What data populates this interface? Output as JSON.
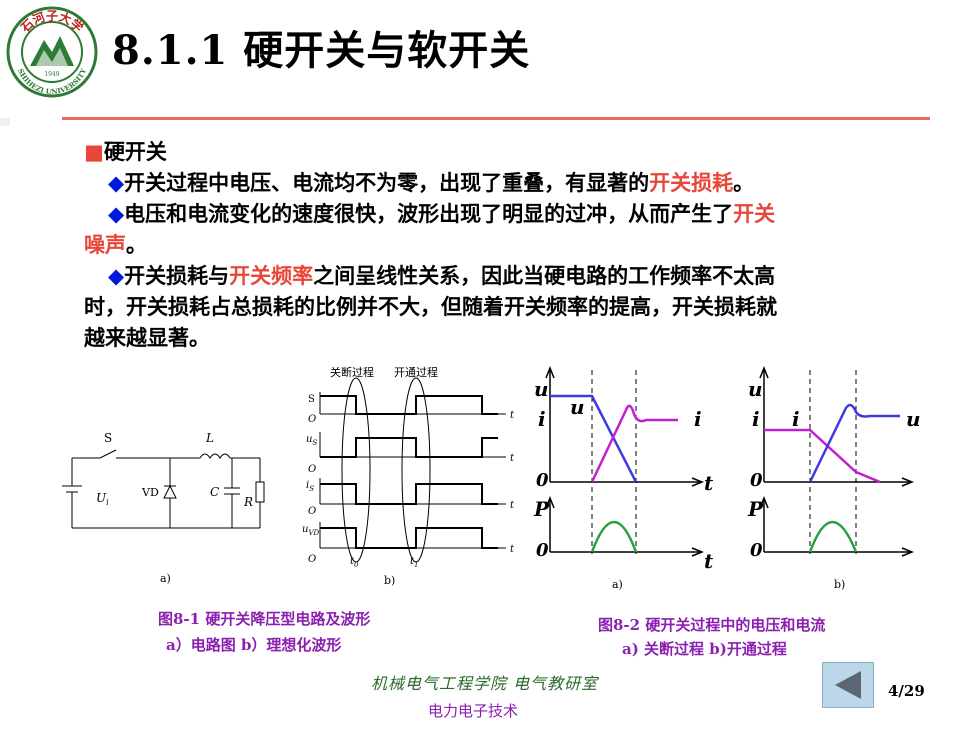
{
  "logo": {
    "top_text": "石河子大学",
    "year": "1949",
    "ring_text": "SHIHEZI UNIVERSITY"
  },
  "title": "8.1.1 硬开关与软开关",
  "body": {
    "heading": "硬开关",
    "b1_a": "开关过程中电压、电流均不为零，出现了重叠，有显著的",
    "b1_hl": "开关损耗",
    "b1_b": "。",
    "b2_a": "电压和电流变化的速度很快，波形出现了明显的过冲，从而产生了",
    "b2_hl1": "开关",
    "b2_hl2": "噪声",
    "b2_b": "。",
    "b3_a": "开关损耗与",
    "b3_hl": "开关频率",
    "b3_b": "之间呈线性关系，因此当硬电路的工作频率不太高",
    "b3_c": "时，开关损耗占总损耗的比例并不大，但随着开关频率的提高，开关损耗就",
    "b3_d": "越来越显著。"
  },
  "fig1": {
    "circuit": {
      "s": "S",
      "l": "L",
      "vd": "VD",
      "c": "C",
      "r": "R",
      "ui": "U",
      "ui_sub": "i",
      "panel": "a)"
    },
    "wave": {
      "off_label": "关断过程",
      "on_label": "开通过程",
      "row_s": "S",
      "row_us": "u",
      "row_us_sub": "S",
      "row_is": "i",
      "row_is_sub": "S",
      "row_uvd": "u",
      "row_uvd_sub": "VD",
      "origin": "O",
      "t": "t",
      "t0": "t",
      "t0_sub": "0",
      "t1": "t",
      "t1_sub": "1",
      "panel": "b)"
    },
    "caption1": "图8-1  硬开关降压型电路及波形",
    "caption2": "a）电路图      b）理想化波形"
  },
  "fig2": {
    "u": "u",
    "i": "i",
    "zero": "0",
    "t": "t",
    "p": "P",
    "panel_a": "a)",
    "panel_b": "b)",
    "caption1": "图8-2 硬开关过程中的电压和电流",
    "caption2": "a) 关断过程    b)开通过程",
    "colors": {
      "voltage": "#3b3be0",
      "current": "#c020d0",
      "power": "#28a040"
    }
  },
  "footer": {
    "dept": "机械电气工程学院 电气教研室",
    "course": "电力电子技术",
    "page": "4/29"
  }
}
